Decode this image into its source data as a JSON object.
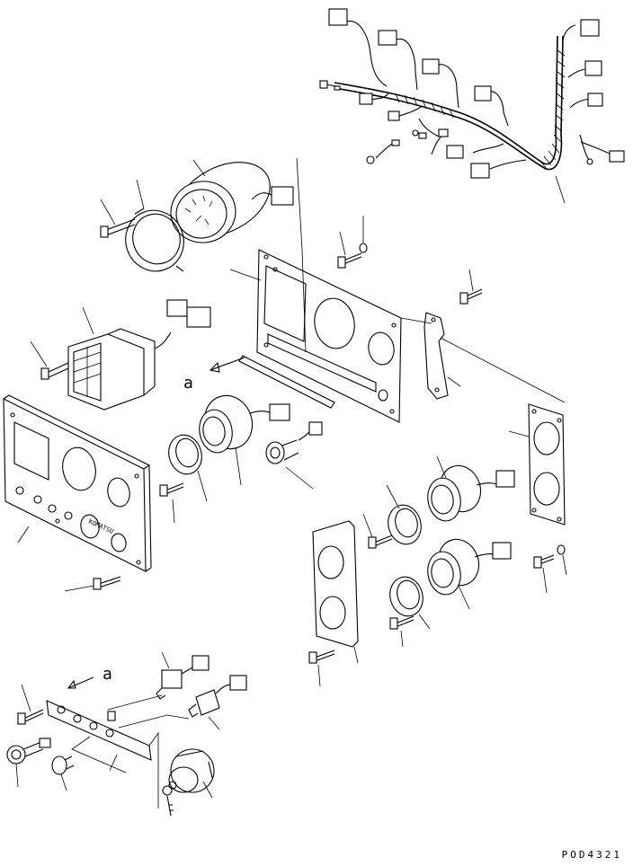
{
  "callouts": {
    "left_marker": "a",
    "switch_marker": "a"
  },
  "panel_text": {
    "brand": "KOMATSU"
  },
  "figure_code": "POD4321"
}
